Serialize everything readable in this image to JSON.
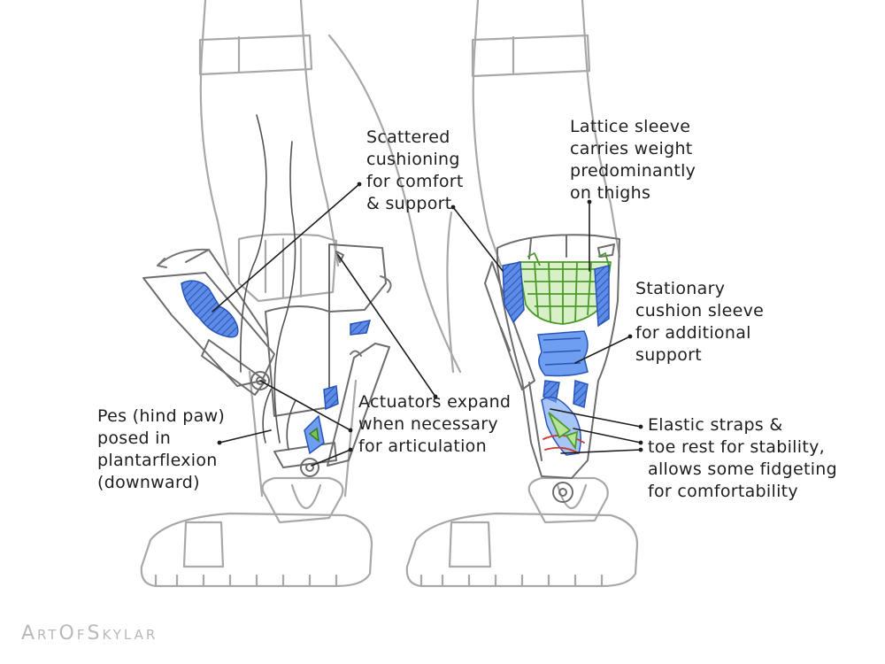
{
  "labels": {
    "scattered_cushioning": [
      "Scattered",
      "cushioning",
      "for comfort",
      "& support"
    ],
    "lattice_sleeve": [
      "Lattice sleeve",
      "carries weight",
      "predominantly",
      "on thighs"
    ],
    "stationary_cushion": [
      "Stationary",
      "cushion sleeve",
      "for additional",
      "support"
    ],
    "actuators": [
      "Actuators expand",
      "when necessary",
      "for articulation"
    ],
    "pes": [
      "Pes (hind paw)",
      "posed in",
      "plantarflexion",
      "(downward)"
    ],
    "elastic_straps": [
      "Elastic straps &",
      "toe rest for stability,",
      "allows some fidgeting",
      "for comfortability"
    ]
  },
  "watermark": "ArtOfSkylar",
  "colors": {
    "cushion_blue": "#3f6fd9",
    "lattice_green": "#4c9a2a",
    "strap_red": "#d0382b",
    "sketch_gray": "#9a9a9a",
    "ink": "#1e1e1e"
  }
}
